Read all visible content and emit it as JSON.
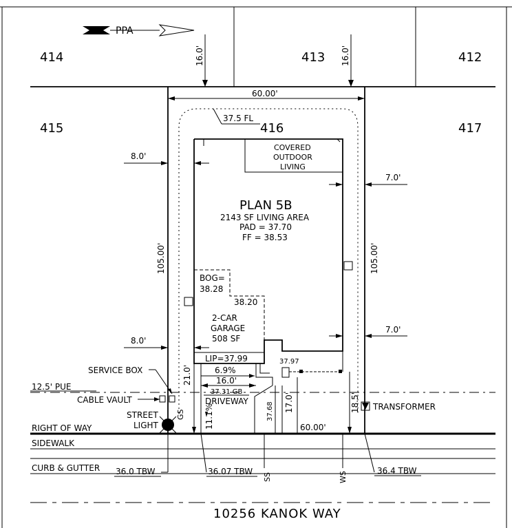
{
  "lots": {
    "l414": "414",
    "l413": "413",
    "l412": "412",
    "l415": "415",
    "l416": "416",
    "l417": "417"
  },
  "dims": {
    "rear_setback_left": "16.0'",
    "rear_setback_right": "16.0'",
    "lot_width_top": "60.00'",
    "fl": "37.5  FL",
    "side_left": "8.0'",
    "side_left_2": "8.0'",
    "side_right": "7.0'",
    "side_right_2": "7.0'",
    "depth_left": "105.00'",
    "depth_right": "105.00'",
    "front_setback": "21.0'",
    "drive_width": "16.0'",
    "slope": "6.9%",
    "gb": "37.31  GB",
    "gutter_ht": "37.68",
    "drive_17": "17.0'",
    "dim_18_5": "18.5'",
    "bottom_width": "60.00'",
    "dim_11_1": "11.1%",
    "spot_3797": "37.97"
  },
  "house": {
    "covered_1": "COVERED",
    "covered_2": "OUTDOOR",
    "covered_3": "LIVING",
    "plan": "PLAN  5B",
    "area": "2143  SF  LIVING  AREA",
    "pad": "PAD  =  37.70",
    "ff": "FF  =  38.53",
    "bog_1": "BOG=",
    "bog_2": "38.28",
    "step": "38.20",
    "garage_1": "2-CAR",
    "garage_2": "GARAGE",
    "garage_3": "508  SF",
    "lip": "LIP=37.99"
  },
  "utilities": {
    "service_box": "SERVICE  BOX",
    "cable_vault": "CABLE  VAULT",
    "street_light_1": "STREET",
    "street_light_2": "LIGHT",
    "gs": "GS",
    "transformer": "TRANSFORMER",
    "ss": "SS",
    "ws": "WS"
  },
  "labels": {
    "pue": "12.5'  PUE",
    "driveway": "DRIVEWAY",
    "row": "RIGHT  OF  WAY",
    "sidewalk": "SIDEWALK",
    "curb": "CURB  &  GUTTER",
    "tbw_1": "36.0  TBW",
    "tbw_2": "36.07  TBW",
    "tbw_3": "36.4  TBW",
    "street": "10256  KANOK  WAY",
    "north": "PPA"
  }
}
